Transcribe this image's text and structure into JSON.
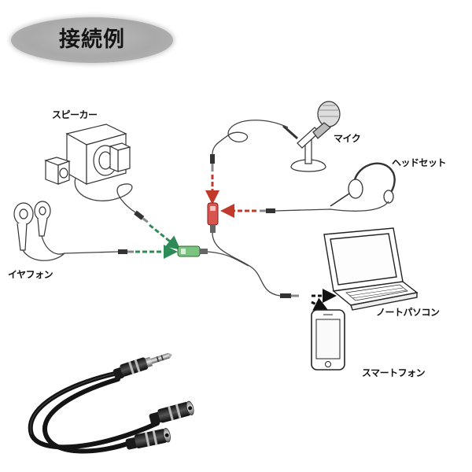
{
  "title": "接続例",
  "labels": {
    "speaker": "スピーカー",
    "mic": "マイク",
    "headset": "ヘッドセット",
    "earphone": "イヤフォン",
    "laptop": "ノートパソコン",
    "smartphone": "スマートフォン"
  },
  "colors": {
    "green_arrow": "#2e8b57",
    "red_arrow": "#c0392b",
    "black_arrow": "#111111",
    "green_jack": "#7bc47f",
    "red_jack": "#d9534f",
    "title_bg": "#b0b0b0"
  }
}
